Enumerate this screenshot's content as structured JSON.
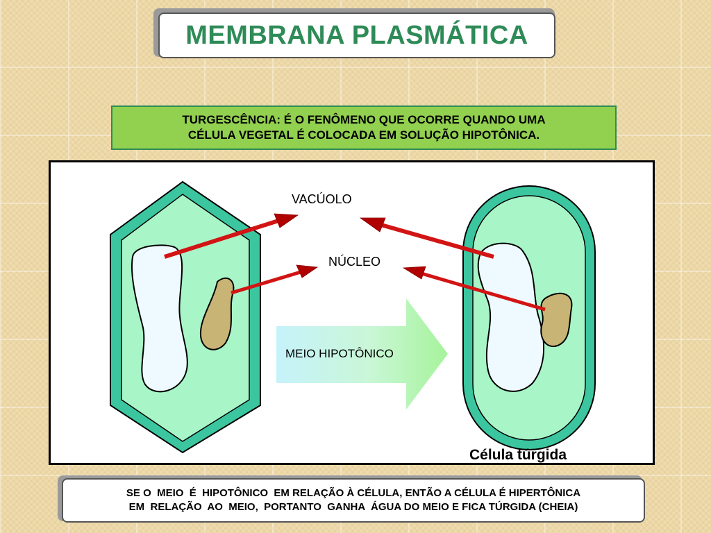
{
  "title": "MEMBRANA PLASMÁTICA",
  "definition": {
    "line1": "TURGESCÊNCIA: É O FENÔMENO QUE OCORRE QUANDO UMA",
    "line2": "CÉLULA VEGETAL É COLOCADA EM SOLUÇÃO HIPOTÔNICA."
  },
  "diagram": {
    "label_vacuole": "VACÚOLO",
    "label_nucleus": "NÚCLEO",
    "label_medium": "MEIO HIPOTÔNICO",
    "label_turgid": "Célula túrgida"
  },
  "conclusion": {
    "line1": "SE O  MEIO  É  HIPOTÔNICO  EM RELAÇÃO À CÉLULA, ENTÃO A CÉLULA É HIPERTÔNICA",
    "line2": "EM  RELAÇÃO  AO  MEIO,  PORTANTO  GANHA  ÁGUA DO MEIO E FICA TÚRGIDA (CHEIA)"
  },
  "colors": {
    "title_text": "#2e8b57",
    "cell_wall": "#3cc6a0",
    "cytoplasm": "#a8f5c8",
    "vacuole": "#eefaff",
    "nucleus": "#c8b474",
    "arrow": "#d21414",
    "definition_bg": "#92d050"
  }
}
